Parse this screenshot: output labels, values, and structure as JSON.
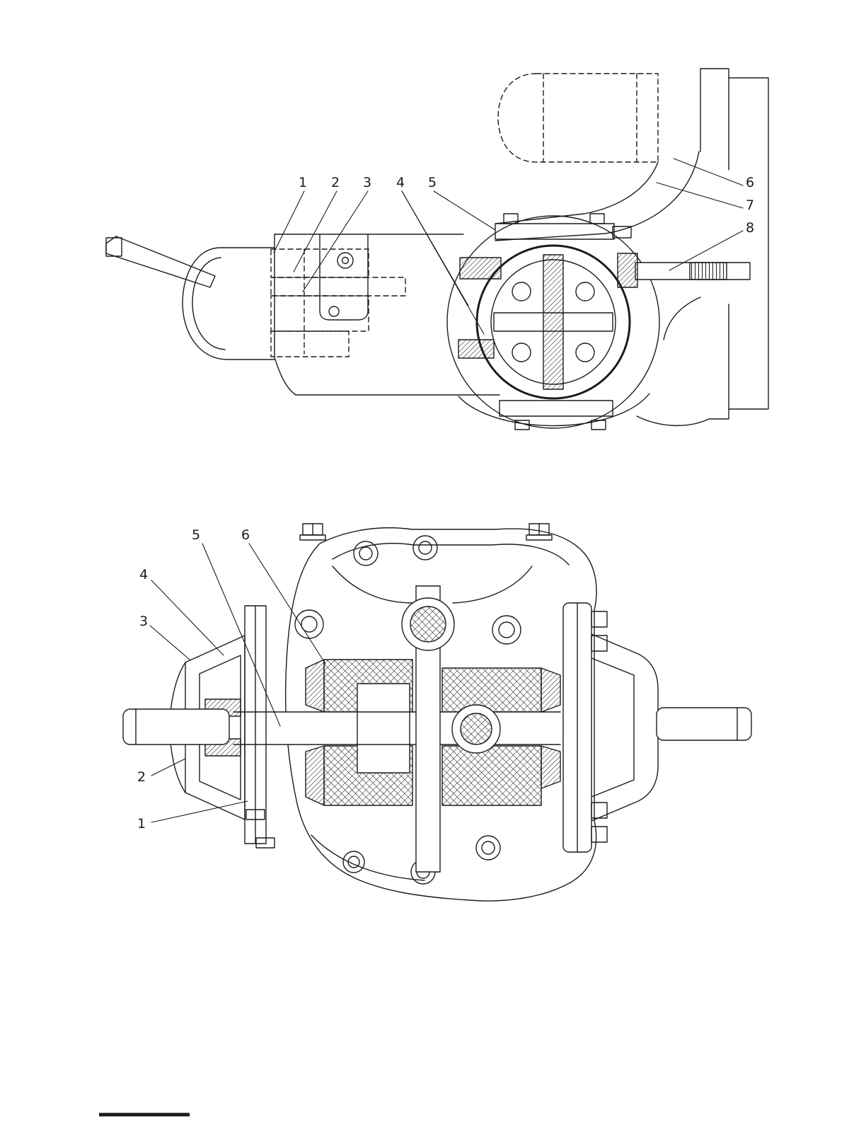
{
  "page": {
    "background": "#ffffff",
    "line_color": "#1c1c1c"
  },
  "figure_top": {
    "callouts": [
      {
        "label": "1"
      },
      {
        "label": "2"
      },
      {
        "label": "3"
      },
      {
        "label": "4"
      },
      {
        "label": "5"
      },
      {
        "label": "6"
      },
      {
        "label": "7"
      },
      {
        "label": "8"
      }
    ]
  },
  "figure_bottom": {
    "callouts": [
      {
        "label": "5"
      },
      {
        "label": "6"
      },
      {
        "label": "4"
      },
      {
        "label": "3"
      },
      {
        "label": "2"
      },
      {
        "label": "1"
      }
    ]
  }
}
